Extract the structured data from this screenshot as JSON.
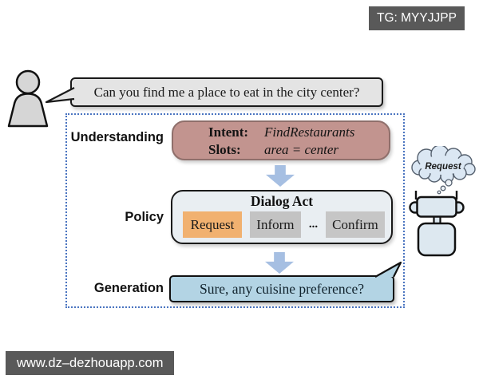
{
  "overlays": {
    "top_badge": "TG: MYYJJPP",
    "bottom_badge": "www.dz–dezhouapp.com"
  },
  "user": {
    "utterance": "Can you find me a place to eat in the city center?"
  },
  "robot": {
    "thought": "Request"
  },
  "pipeline": {
    "understanding": {
      "label": "Understanding",
      "intent_key": "Intent:",
      "intent_value": "FindRestaurants",
      "slots_key": "Slots:",
      "slots_value": "area = center"
    },
    "policy": {
      "label": "Policy",
      "box_title": "Dialog Act",
      "acts": [
        "Request",
        "Inform",
        "Confirm"
      ],
      "ellipsis": "...",
      "highlighted_act": "Request"
    },
    "generation": {
      "label": "Generation",
      "response": "Sure, any cuisine preference?"
    }
  },
  "colors": {
    "watermark_bg": "#595959",
    "dashed_border": "#4a74c0",
    "understanding_box": "#c2948f",
    "request_chip": "#f1b170",
    "inform_chip": "#c3c3c3",
    "confirm_chip": "#c6c6c6",
    "dialog_box_bg": "#e9eef2",
    "user_bubble_bg": "#e4e4e4",
    "response_bubble_bg": "#b3d4e4",
    "arrow": "#a6bfe2",
    "robot_fill": "#dde8f0",
    "cloud_fill": "#dbe7f3"
  }
}
